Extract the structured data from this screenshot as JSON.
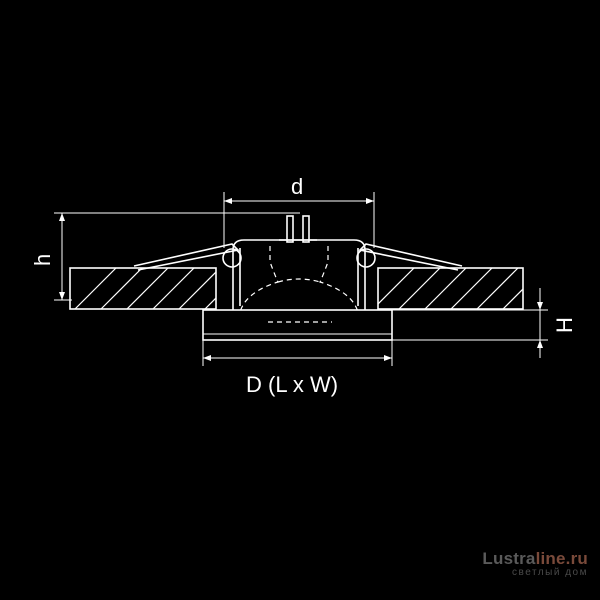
{
  "labels": {
    "d": "d",
    "h": "h",
    "H": "H",
    "D": "D (L x W)"
  },
  "watermark": {
    "brand_part1": "Lustra",
    "brand_part2": "line.ru",
    "tagline": "светлый дом"
  },
  "colors": {
    "background": "#000000",
    "lines": "#ffffff"
  }
}
